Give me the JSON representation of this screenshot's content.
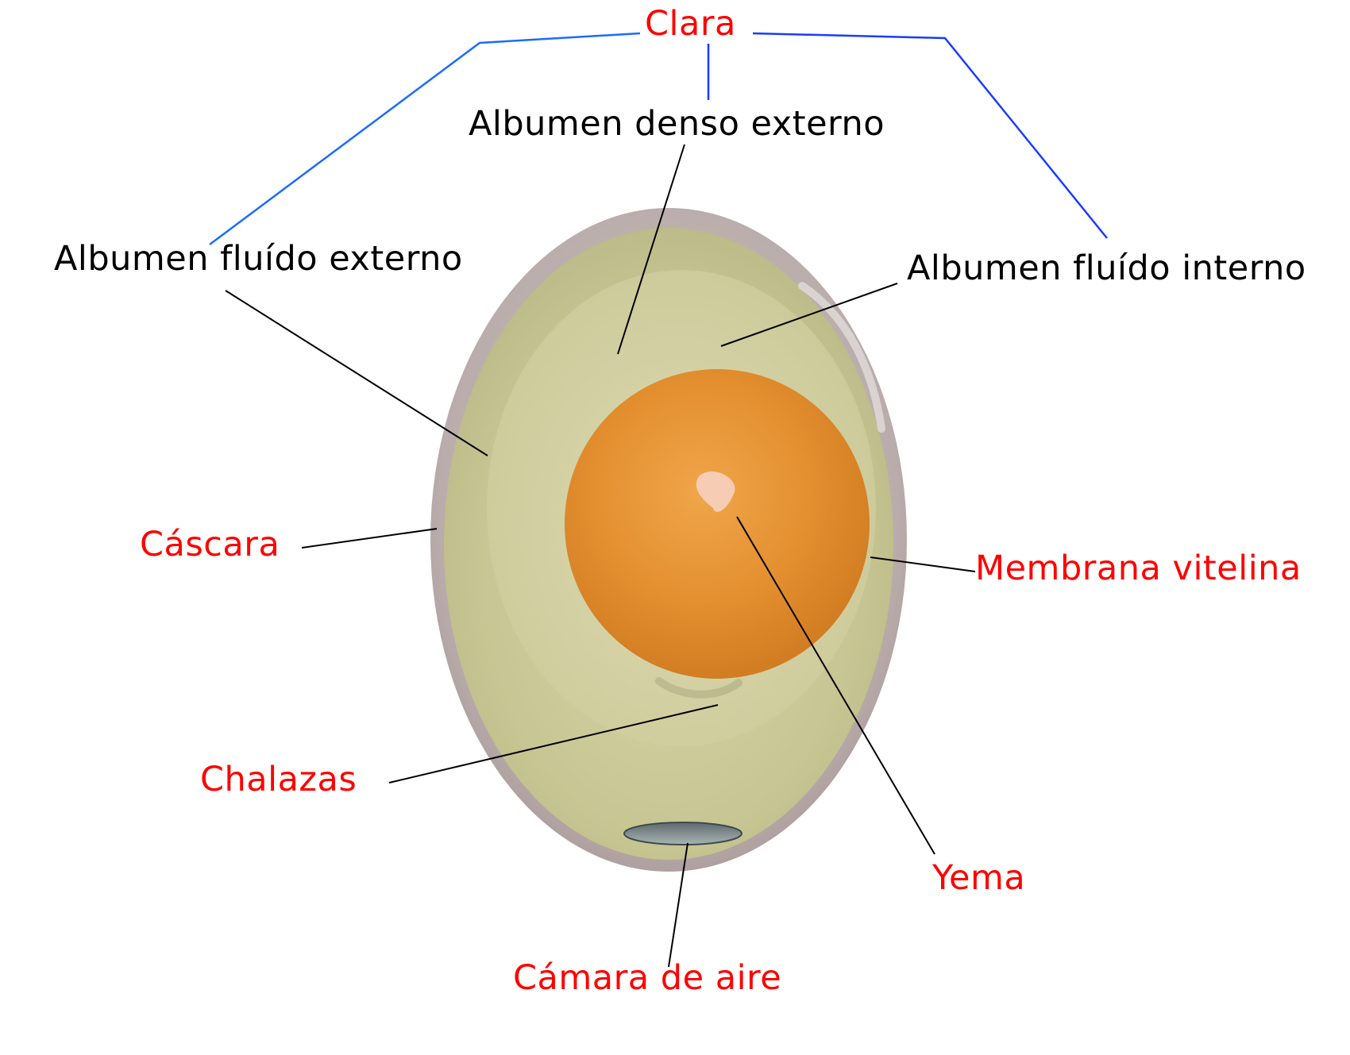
{
  "diagram": {
    "group_label": "Clara",
    "labels": {
      "albumen_denso_externo": "Albumen denso externo",
      "albumen_fluido_externo": "Albumen fluído externo",
      "albumen_fluido_interno": "Albumen fluído interno",
      "cascara": "Cáscara",
      "membrana_vitelina": "Membrana vitelina",
      "chalazas": "Chalazas",
      "yema": "Yema",
      "camara_de_aire": "Cámara de aire"
    }
  },
  "colors": {
    "background": "#ffffff",
    "black_label": "#000000",
    "red_label": "#ff0000",
    "bracket_line": "#1a3cff",
    "leader_line": "#000000",
    "shell": "#b3a3a3",
    "albumen": "#c9c79a",
    "yolk": "#e08c2c"
  }
}
